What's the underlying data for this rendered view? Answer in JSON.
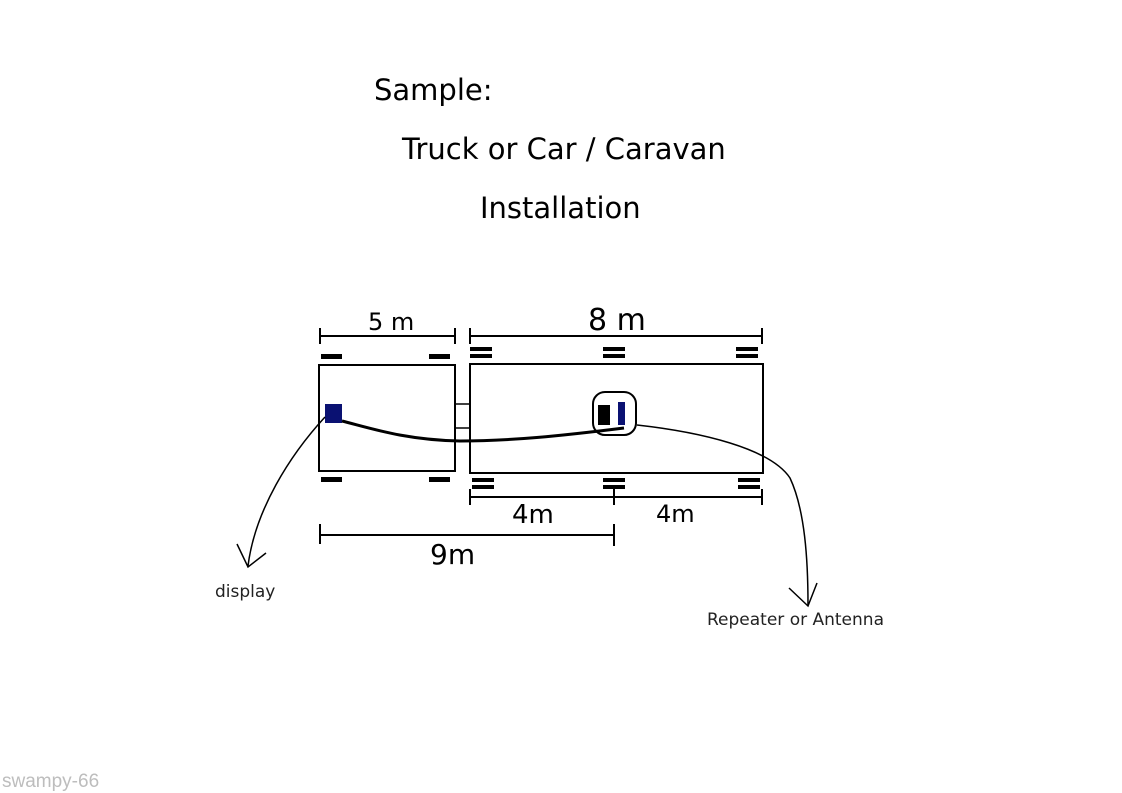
{
  "title": {
    "line1": "Sample:",
    "line2": "Truck or Car / Caravan",
    "line3": "Installation"
  },
  "dimensions": {
    "truck_length": "5 m",
    "caravan_length": "8 m",
    "caravan_half_front": "4m",
    "caravan_half_rear": "4m",
    "display_to_unit": "9m"
  },
  "callouts": {
    "display": "display",
    "repeater": "Repeater or Antenna"
  },
  "watermark": "swampy-66",
  "colors": {
    "display_unit": "#0a1172",
    "antenna_unit": "#0a1172",
    "lines": "#000000"
  },
  "icons": [
    "display-unit-icon",
    "repeater-unit-icon",
    "wheel-icon"
  ]
}
